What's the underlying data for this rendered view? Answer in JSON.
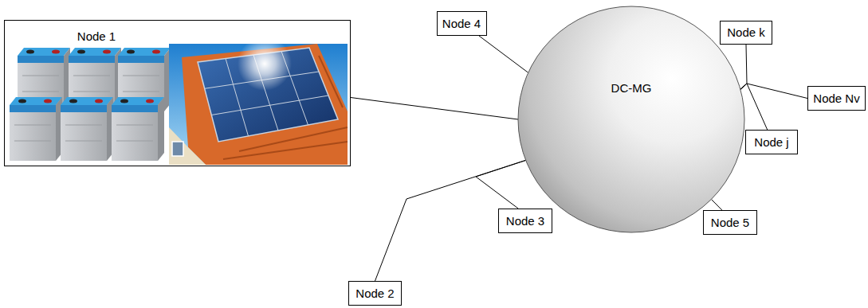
{
  "diagram": {
    "nodes": [
      {
        "text": [
          "Node 1"
        ]
      },
      {
        "text": [
          "Node 4"
        ]
      },
      {
        "text": [
          "DC-MG"
        ]
      },
      {
        "text": [
          "Node k"
        ]
      },
      {
        "text": [
          "Node Nv"
        ]
      },
      {
        "text": [
          "Node j"
        ]
      },
      {
        "text": [
          "Node 5"
        ]
      },
      {
        "text": [
          "Node 3"
        ]
      },
      {
        "text": [
          "Node 2"
        ]
      }
    ],
    "edges": [
      {
        "from": 0,
        "to": 2,
        "arrow": "none"
      },
      {
        "from": 1,
        "to": 2,
        "arrow": "none"
      },
      {
        "from": 3,
        "to": 2,
        "arrow": "none"
      },
      {
        "from": 4,
        "to": 2,
        "arrow": "none"
      },
      {
        "from": 5,
        "to": 2,
        "arrow": "none"
      },
      {
        "from": 6,
        "to": 2,
        "arrow": "none"
      },
      {
        "from": 7,
        "to": 2,
        "arrow": "none"
      },
      {
        "from": 8,
        "to": 2,
        "arrow": "none"
      }
    ]
  }
}
